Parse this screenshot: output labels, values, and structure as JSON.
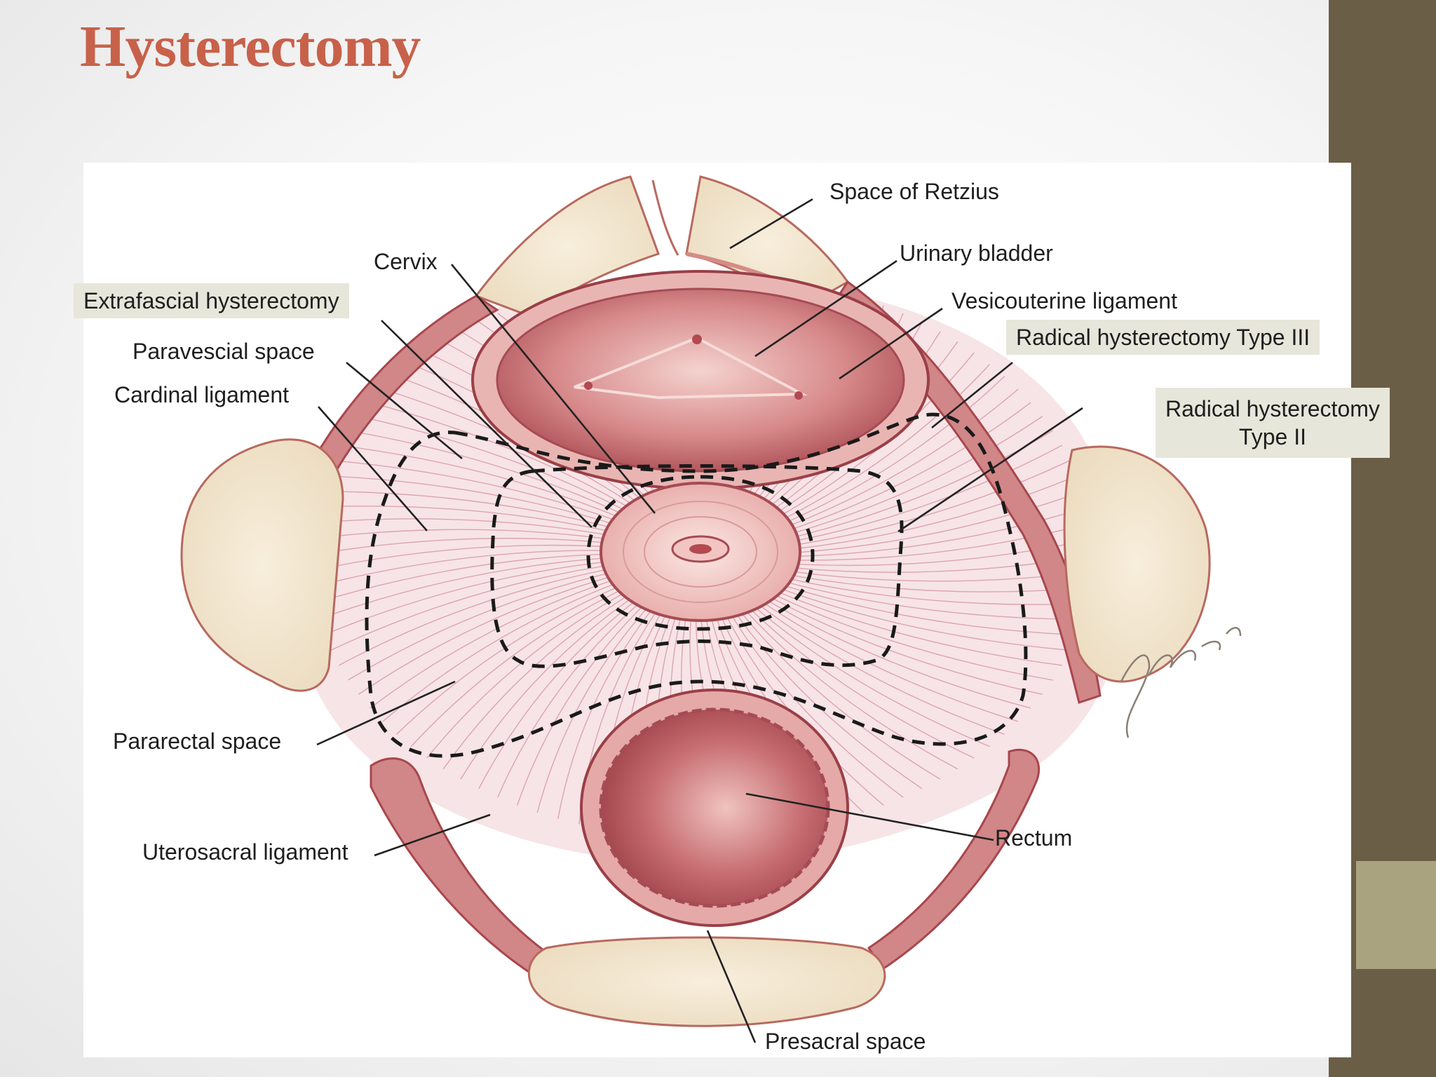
{
  "slide": {
    "title": "Hysterectomy"
  },
  "colors": {
    "title": "#c8614a",
    "side_bar": "#6b5e47",
    "side_bar_accent": "#a9a47f",
    "label_highlight": "#e7e6da",
    "tissue": "#c26a6e",
    "bone": "#f1e3cc",
    "dashed_line": "#1a1a1a"
  },
  "figure": {
    "labels": {
      "space_of_retzius": "Space of Retzius",
      "urinary_bladder": "Urinary bladder",
      "cervix": "Cervix",
      "vesicouterine_ligament": "Vesicouterine ligament",
      "extrafascial_hysterectomy": "Extrafascial hysterectomy",
      "paravescial_space": "Paravescial space",
      "radical_type_iii": "Radical hysterectomy Type III",
      "cardinal_ligament": "Cardinal ligament",
      "radical_type_ii_line1": "Radical hysterectomy",
      "radical_type_ii_line2": "Type II",
      "pararectal_space": "Pararectal space",
      "uterosacral_ligament": "Uterosacral ligament",
      "rectum": "Rectum",
      "presacral_space": "Presacral space"
    }
  }
}
